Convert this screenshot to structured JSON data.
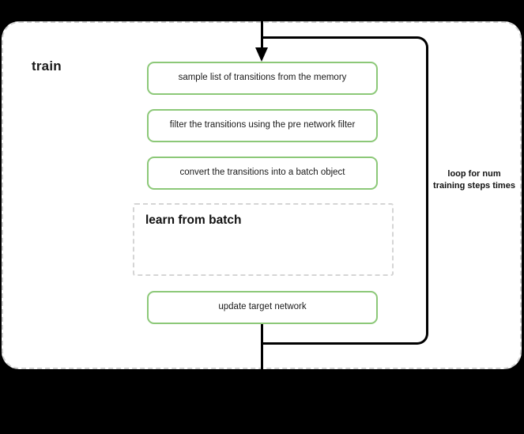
{
  "diagram": {
    "background_color": "#000000",
    "panel_color": "#ffffff",
    "accent_green": "#8cc878",
    "dashed_gray": "#d0d0d0",
    "line_color": "#000000",
    "title": "train",
    "steps": [
      {
        "id": "sample",
        "label": "sample list of transitions from the memory"
      },
      {
        "id": "filter",
        "label": "filter the transitions using the pre network filter"
      },
      {
        "id": "convert",
        "label": "convert the transitions into a batch object"
      },
      {
        "id": "update_target",
        "label": "update target network"
      }
    ],
    "subblock": {
      "id": "learn_from_batch",
      "title": "learn from batch"
    },
    "loop": {
      "id": "training_steps_loop",
      "label": "loop for num training steps times"
    }
  }
}
